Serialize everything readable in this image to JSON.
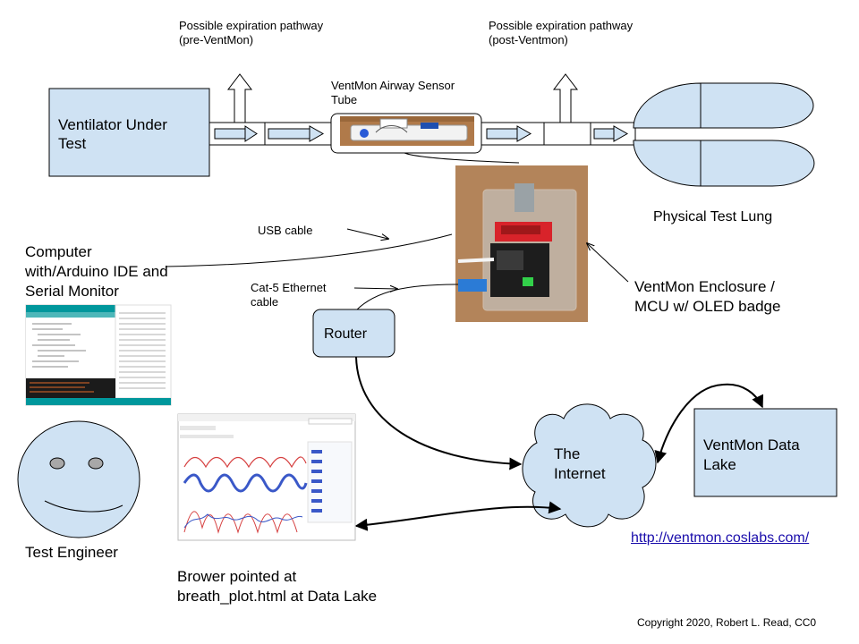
{
  "labels": {
    "pathway_pre_line1": "Possible expiration pathway",
    "pathway_pre_line2": "(pre-VentMon)",
    "pathway_post_line1": "Possible expiration pathway",
    "pathway_post_line2": "(post-Ventmon)",
    "ventilator_line1": "Ventilator Under",
    "ventilator_line2": "Test",
    "sensor_line1": "VentMon Airway Sensor",
    "sensor_line2": "Tube",
    "lung": "Physical Test Lung",
    "usb": "USB cable",
    "computer_line1": "Computer",
    "computer_line2": "with/Arduino IDE and",
    "computer_line3": "Serial Monitor",
    "cat5_line1": "Cat-5 Ethernet",
    "cat5_line2": "cable",
    "router": "Router",
    "enclosure_line1": "VentMon Enclosure /",
    "enclosure_line2": "MCU w/ OLED badge",
    "internet_line1": "The",
    "internet_line2": "Internet",
    "datalake_line1": "VentMon Data",
    "datalake_line2": "Lake",
    "engineer": "Test Engineer",
    "browser_line1": "Brower pointed at",
    "browser_line2": "breath_plot.html at Data Lake",
    "url": "http://ventmon.coslabs.com/",
    "copyright": "Copyright 2020, Robert L. Read, CC0"
  },
  "colors": {
    "box_fill": "#cfe2f3",
    "stroke": "#000000",
    "link": "#1a0dab",
    "wood": "#b07a4a",
    "arduino_teal": "#00979c",
    "pcb_red": "#d8232a"
  },
  "icons": [
    "smiley-face-icon",
    "cloud-icon",
    "up-arrow-icon",
    "flow-arrow-icon",
    "lung-icon"
  ]
}
